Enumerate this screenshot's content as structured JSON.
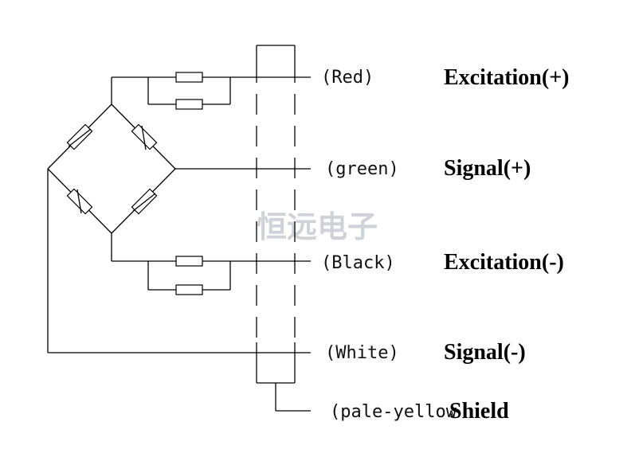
{
  "diagram": {
    "watermark": "恒远电子",
    "wires": [
      {
        "color_label": "(Red)",
        "function_label": "Excitation(+)"
      },
      {
        "color_label": "(green)",
        "function_label": "Signal(+)"
      },
      {
        "color_label": "(Black)",
        "function_label": "Excitation(-)"
      },
      {
        "color_label": "(White)",
        "function_label": "Signal(-)"
      },
      {
        "color_label": "(pale-yellow",
        "function_label": "Shield"
      }
    ]
  }
}
